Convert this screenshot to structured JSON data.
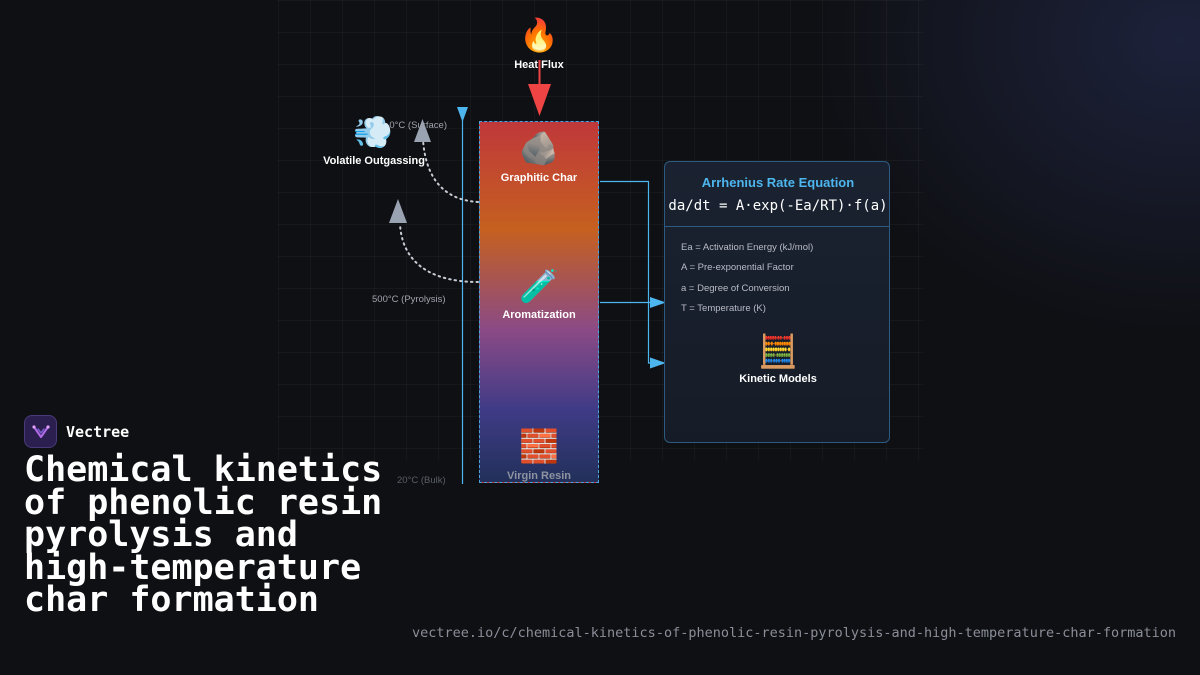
{
  "diagram": {
    "heat_flux": {
      "icon": "fire-icon",
      "glyph": "🔥",
      "label": "Heat Flux"
    },
    "volatile": {
      "icon": "dash-icon",
      "glyph": "💨",
      "label": "Volatile Outgassing"
    },
    "layers": [
      {
        "icon": "rock-icon",
        "glyph": "🪨",
        "label": "Graphitic Char"
      },
      {
        "icon": "test-tube-icon",
        "glyph": "🧪",
        "label": "Aromatization"
      },
      {
        "icon": "brick-icon",
        "glyph": "🧱",
        "label": "Virgin Resin"
      }
    ],
    "temperatures": {
      "surface": "0°C (Surface)",
      "pyrolysis": "500°C (Pyrolysis)",
      "bulk": "20°C (Bulk)"
    },
    "panel": {
      "title": "Arrhenius Rate Equation",
      "equation": "da/dt = A·exp(-Ea/RT)·f(a)",
      "definitions": [
        "Ea = Activation Energy (kJ/mol)",
        "A = Pre-exponential Factor",
        "a = Degree of Conversion",
        "T = Temperature (K)"
      ],
      "model": {
        "icon": "abacus-icon",
        "glyph": "🧮",
        "label": "Kinetic Models"
      }
    },
    "colors": {
      "heat_arrow": "#ef4444",
      "connector": "#4db6ef",
      "gas_arrow": "#9aa3b2",
      "panel_title": "#4db6ef"
    }
  },
  "brand": {
    "name": "Vectree",
    "logo_icon": "vectree-logo-icon"
  },
  "title": "Chemical kinetics of phenolic resin pyrolysis and high-temperature char formation",
  "url": "vectree.io/c/chemical-kinetics-of-phenolic-resin-pyrolysis-and-high-temperature-char-formation"
}
